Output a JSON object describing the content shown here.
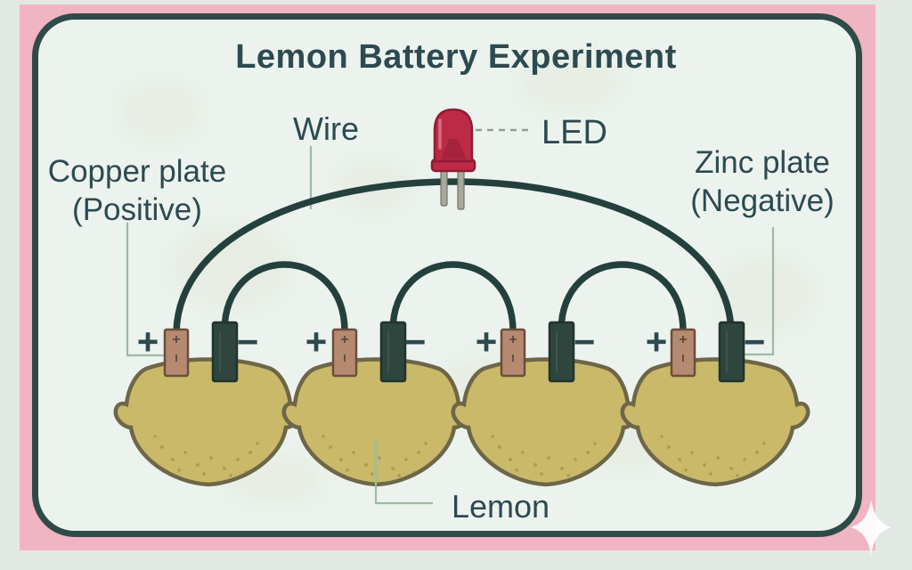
{
  "title": "Lemon Battery Experiment",
  "labels": {
    "wire": "Wire",
    "led": "LED",
    "copper_line1": "Copper plate",
    "copper_line2": "(Positive)",
    "zinc_line1": "Zinc plate",
    "zinc_line2": "(Negative)",
    "lemon": "Lemon",
    "plus": "+",
    "minus": "−"
  },
  "diagram": {
    "lemon_count": 4,
    "plus_signs": 4,
    "minus_signs": 4
  },
  "colors": {
    "outer_bg": "#e2e9e5",
    "frame_pink": "#f1b4c2",
    "panel_bg": "#ecf3ee",
    "ink": "#2c4a50",
    "border_ink": "#2e4b48",
    "wire": "#24403d",
    "leader": "#9dbaa6",
    "leader_dash": "#8fa093",
    "lemon_fill": "#c9b969",
    "lemon_outline": "#6e6648",
    "lemon_speckle": "#8d7c42",
    "copper_fill": "#b58a70",
    "copper_outline": "#6a4f3b",
    "zinc_fill": "#2e463e",
    "zinc_outline": "#20332c",
    "led_red": "#bd2a45",
    "led_dark": "#8e1d34",
    "led_leg": "#a8a89c",
    "sparkle": "#ffffff"
  }
}
